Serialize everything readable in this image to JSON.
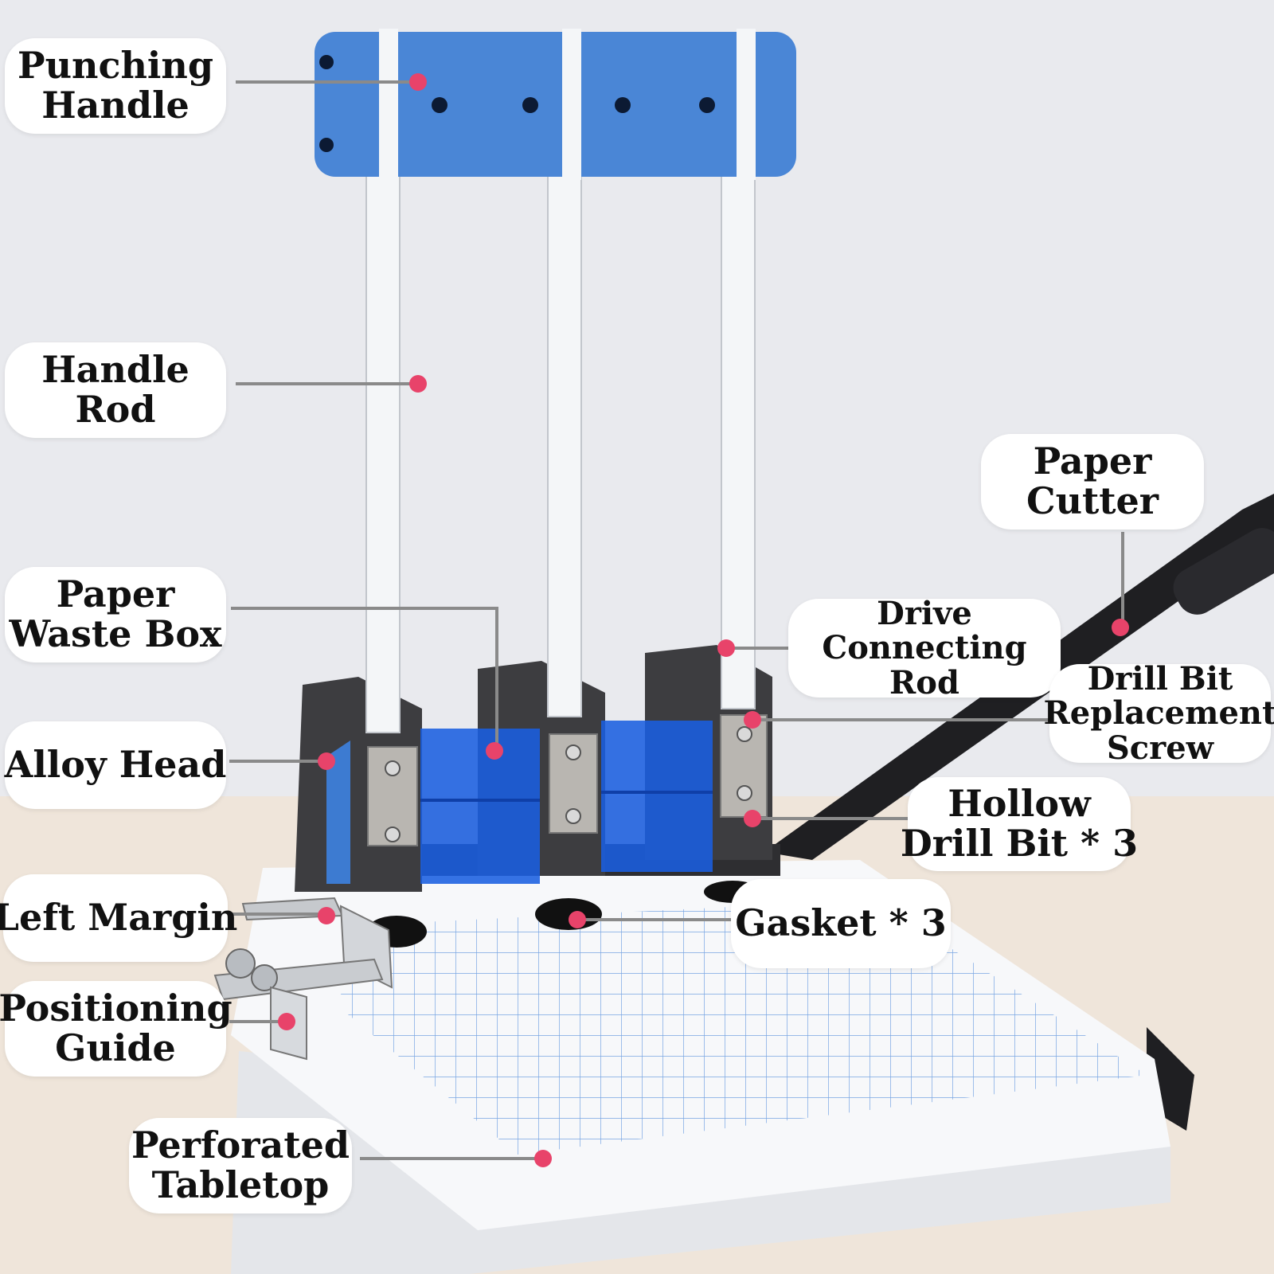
{
  "background": {
    "wall": "#e9eaee",
    "table": "#f0e6dc"
  },
  "colors": {
    "accent_dot": "#e8436a",
    "leader_line": "#8a8a8a",
    "handle_blue": "#4a86d6",
    "waste_box_blue": "#1a5fe0",
    "body_dark": "#3d3d40"
  },
  "labels": {
    "punching_handle": [
      "Punching",
      "Handle"
    ],
    "handle_rod": [
      "Handle",
      "Rod"
    ],
    "paper_waste_box": [
      "Paper",
      "Waste Box"
    ],
    "alloy_head": [
      "Alloy Head"
    ],
    "left_margin": [
      "Left Margin"
    ],
    "positioning_guide": [
      "Positioning",
      "Guide"
    ],
    "perforated_tabletop": [
      "Perforated",
      "Tabletop"
    ],
    "paper_cutter": [
      "Paper",
      "Cutter"
    ],
    "drive_connecting_rod": [
      "Drive",
      "Connecting",
      "Rod"
    ],
    "drill_bit_replacement_screw": [
      "Drill Bit",
      "Replacement",
      "Screw"
    ],
    "hollow_drill_bit": [
      "Hollow",
      "Drill Bit * 3"
    ],
    "gasket": [
      "Gasket * 3"
    ]
  }
}
